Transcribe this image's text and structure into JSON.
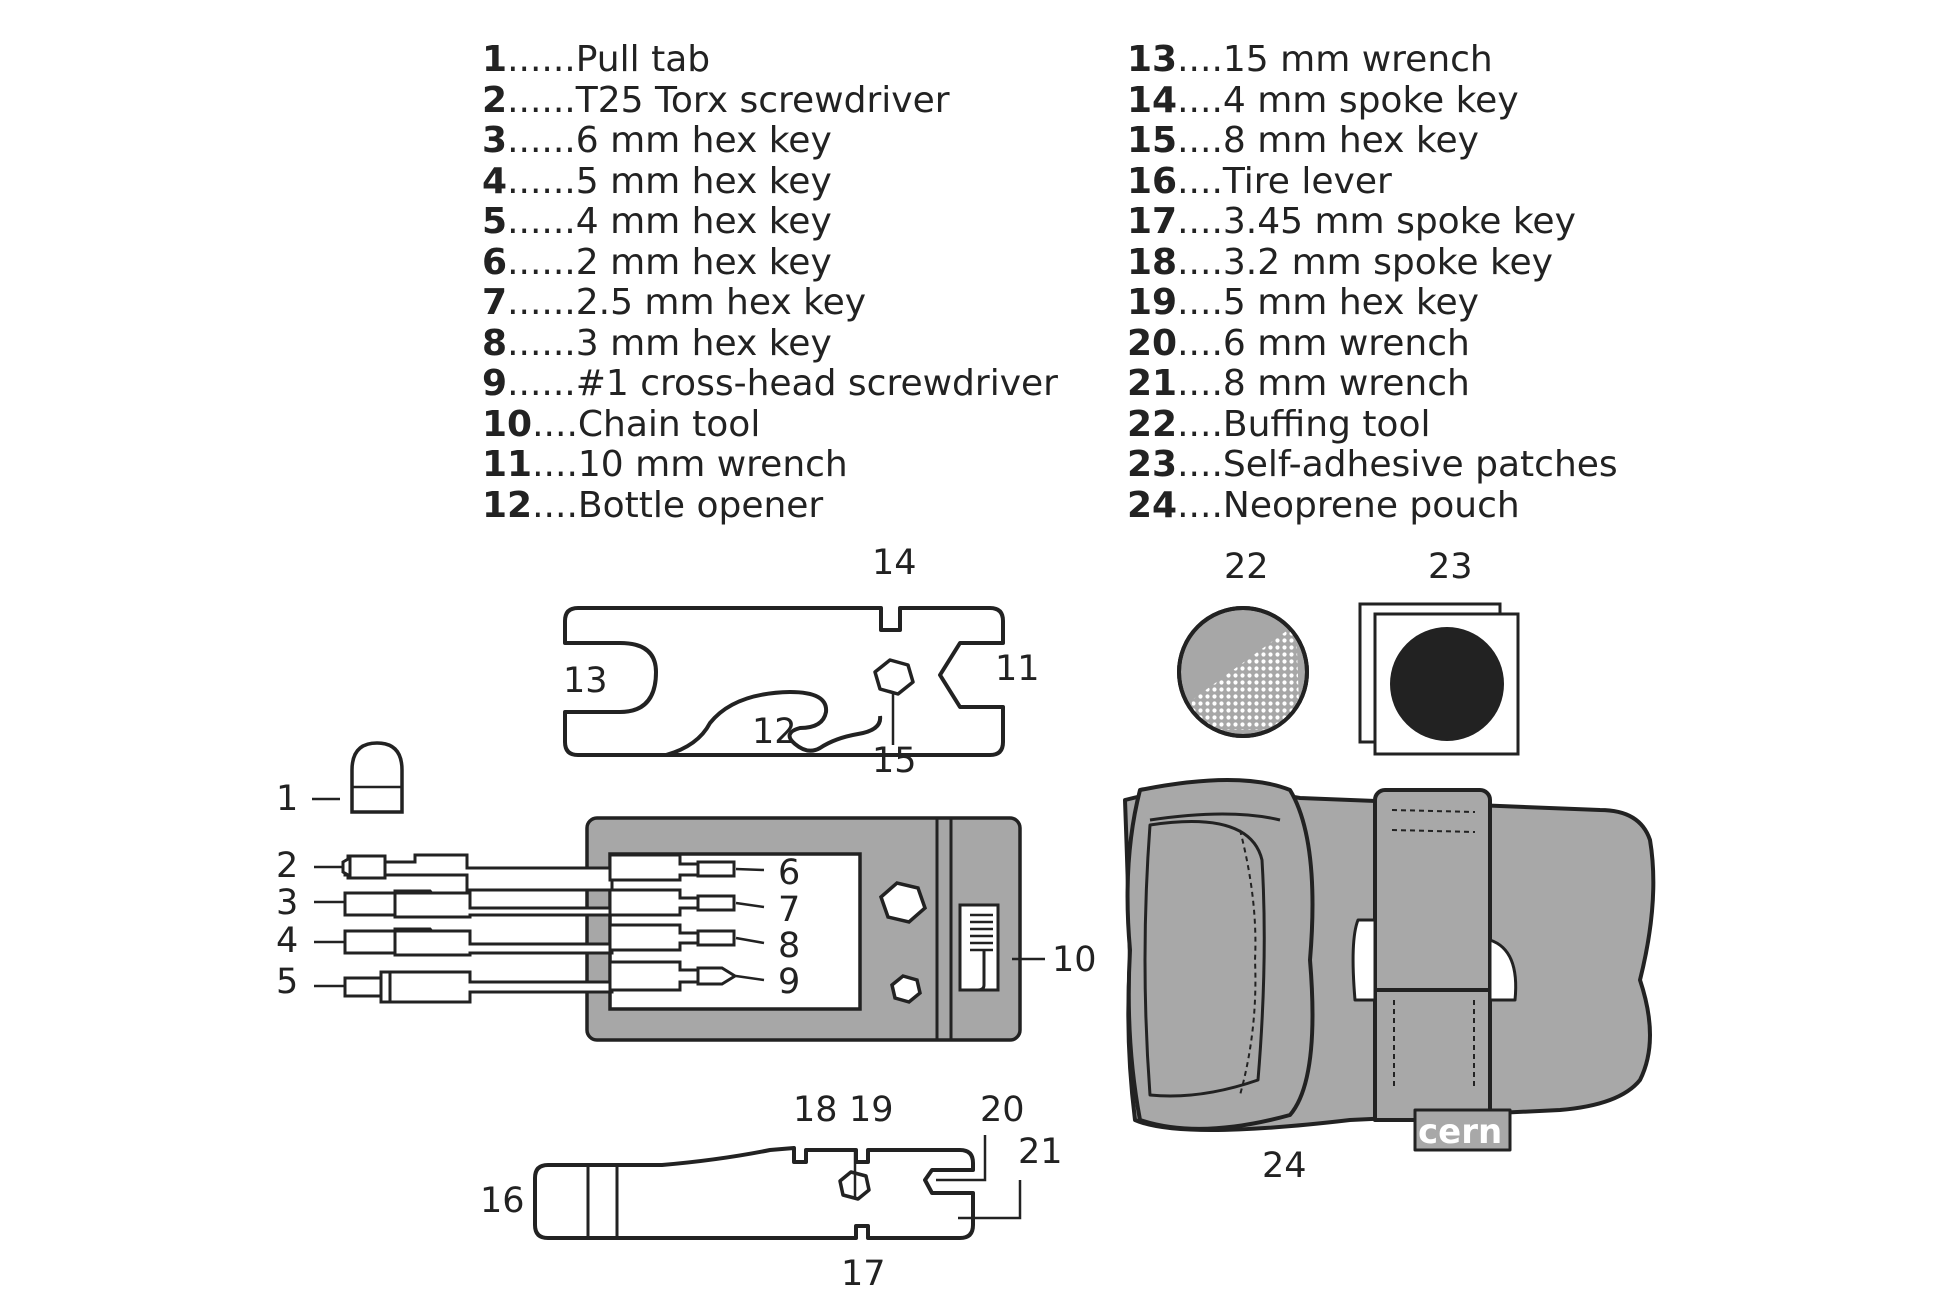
{
  "legend_left": [
    {
      "num": "1",
      "sep": "......",
      "text": "Pull tab"
    },
    {
      "num": "2",
      "sep": "......",
      "text": "T25 Torx screwdriver"
    },
    {
      "num": "3",
      "sep": "......",
      "text": "6 mm hex key"
    },
    {
      "num": "4",
      "sep": "......",
      "text": "5 mm hex key"
    },
    {
      "num": "5",
      "sep": "......",
      "text": "4 mm hex key"
    },
    {
      "num": "6",
      "sep": "......",
      "text": "2 mm hex key"
    },
    {
      "num": "7",
      "sep": "......",
      "text": "2.5 mm hex key"
    },
    {
      "num": "8",
      "sep": "......",
      "text": "3 mm hex key"
    },
    {
      "num": "9",
      "sep": "......",
      "text": "#1 cross-head screwdriver"
    },
    {
      "num": "10",
      "sep": "....",
      "text": "Chain tool"
    },
    {
      "num": "11",
      "sep": "....",
      "text": "10 mm wrench"
    },
    {
      "num": "12",
      "sep": "....",
      "text": "Bottle opener"
    }
  ],
  "legend_right": [
    {
      "num": "13",
      "sep": "....",
      "text": "15 mm wrench"
    },
    {
      "num": "14",
      "sep": "....",
      "text": "4 mm spoke key"
    },
    {
      "num": "15",
      "sep": "....",
      "text": "8 mm hex key"
    },
    {
      "num": "16",
      "sep": "....",
      "text": "Tire lever"
    },
    {
      "num": "17",
      "sep": "....",
      "text": "3.45 mm spoke key"
    },
    {
      "num": "18",
      "sep": "....",
      "text": "3.2 mm spoke key"
    },
    {
      "num": "19",
      "sep": "....",
      "text": "5 mm hex key"
    },
    {
      "num": "20",
      "sep": "....",
      "text": "6 mm wrench"
    },
    {
      "num": "21",
      "sep": "....",
      "text": "8 mm wrench"
    },
    {
      "num": "22",
      "sep": "....",
      "text": "Buffing tool"
    },
    {
      "num": "23",
      "sep": "....",
      "text": "Self-adhesive patches"
    },
    {
      "num": "24",
      "sep": "....",
      "text": "Neoprene pouch"
    }
  ],
  "callouts": {
    "c1": "1",
    "c2": "2",
    "c3": "3",
    "c4": "4",
    "c5": "5",
    "c6": "6",
    "c7": "7",
    "c8": "8",
    "c9": "9",
    "c10": "10",
    "c11": "11",
    "c12": "12",
    "c13": "13",
    "c14": "14",
    "c15": "15",
    "c16": "16",
    "c17": "17",
    "c18": "18",
    "c19": "19",
    "c20": "20",
    "c21": "21",
    "c22": "22",
    "c23": "23",
    "c24": "24"
  },
  "pouch_logo": "cern",
  "colors": {
    "line": "#222222",
    "tool_body": "#a7a7a7",
    "pouch_gray": "#a8a8a8",
    "patch_black": "#222222"
  }
}
